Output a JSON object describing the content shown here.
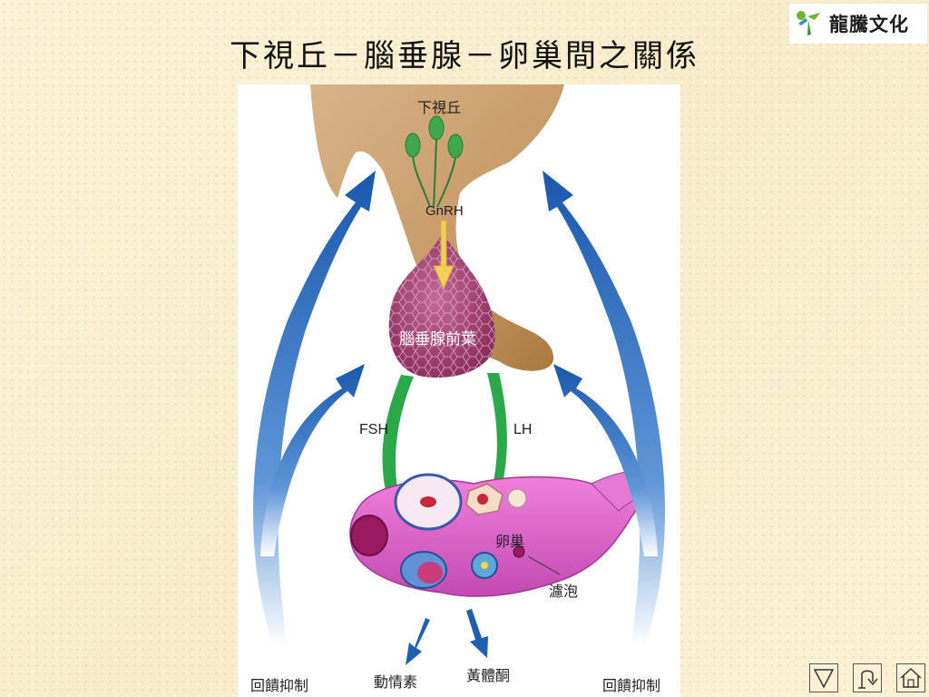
{
  "title": "下視丘－腦垂腺－卵巢間之關係",
  "logo": {
    "text": "龍騰文化",
    "icon": "dragon-logo-icon"
  },
  "diagram": {
    "hypothalamus_label": "下視丘",
    "gnrh_label": "GnRH",
    "pituitary_label": "腦垂腺前葉",
    "fsh_label": "FSH",
    "lh_label": "LH",
    "ovary_label": "卵巢",
    "follicle_label": "濾泡",
    "estrogen_label": "動情素",
    "progesterone_label": "黃體酮",
    "feedback_left_label": "回饋抑制",
    "feedback_right_label": "回饋抑制",
    "colors": {
      "feedback_arrow": "#1f5fb0",
      "hormone_arrow": "#2aa84a",
      "gnrh_arrow": "#f3d36b",
      "brain": "#c9a070",
      "pituitary": "#b04a7c",
      "ovary": "#e46ad0"
    }
  },
  "nav": {
    "next_icon": "triangle-down-icon",
    "back_icon": "return-arrow-icon",
    "home_icon": "home-icon"
  }
}
